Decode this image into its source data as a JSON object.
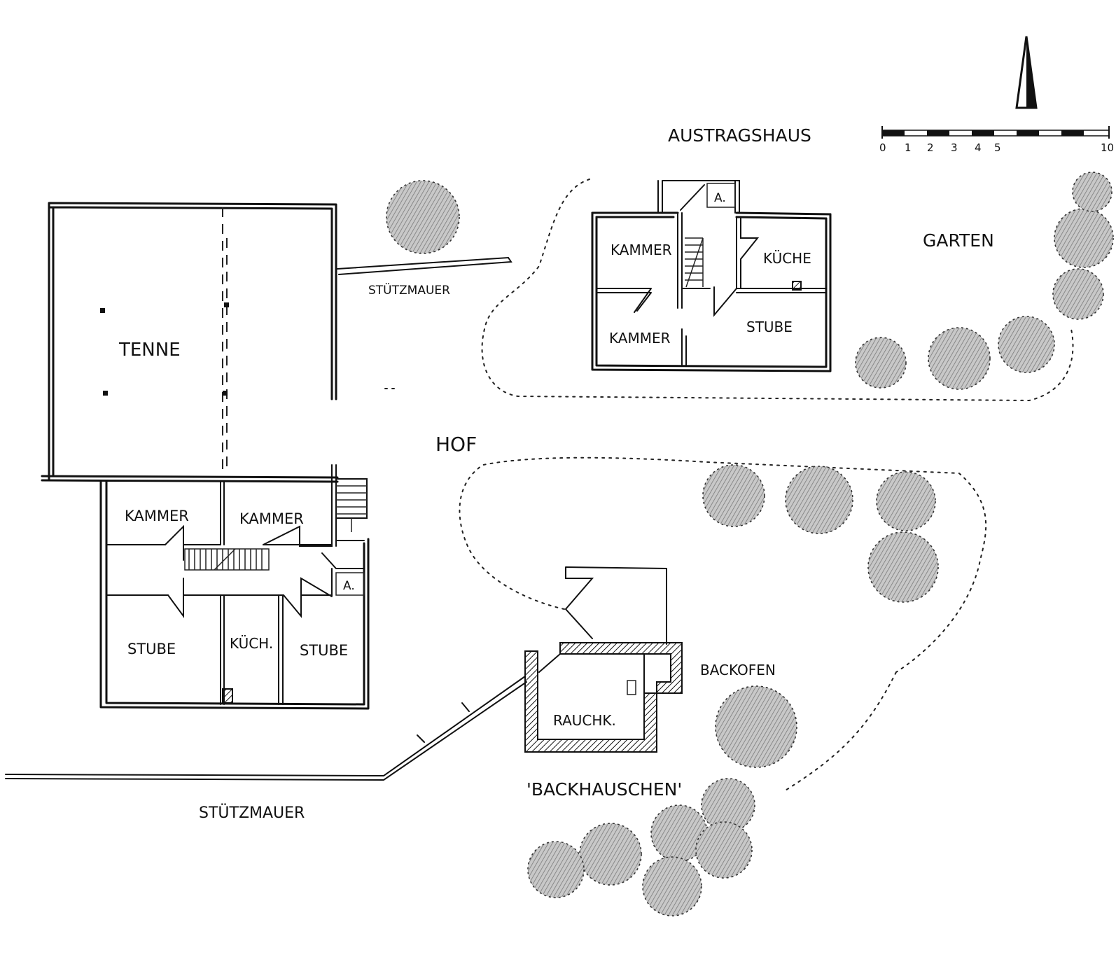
{
  "labels": {
    "tenne": "TENNE",
    "stuetzmauer_top": "STÜTZMAUER",
    "austragshaus": "AUSTRAGSHAUS",
    "garten": "GARTEN",
    "hof": "HOF",
    "main_kammer_left": "KAMMER",
    "main_kammer_right": "KAMMER",
    "main_stube_left": "STUBE",
    "main_kuech": "KÜCH.",
    "main_stube_right": "STUBE",
    "main_abort": "A.",
    "aus_kammer_top": "KAMMER",
    "aus_kueche": "KÜCHE",
    "aus_kammer_bottom": "KAMMER",
    "aus_stube": "STUBE",
    "aus_abort": "A.",
    "backofen": "BACKOFEN",
    "rauchk": "RAUCHK.",
    "backhaeuschen": "'BACKHAUSCHEN'",
    "stuetzmauer_bottom": "STÜTZMAUER"
  },
  "scale_bar": {
    "ticks": [
      "0",
      "1",
      "2",
      "3",
      "4",
      "5",
      "10"
    ]
  },
  "north_arrow": {
    "icon": "north-arrow-icon"
  },
  "colors": {
    "ink": "#111111",
    "paper": "#ffffff",
    "tree_shade": "#9a9a9a"
  }
}
